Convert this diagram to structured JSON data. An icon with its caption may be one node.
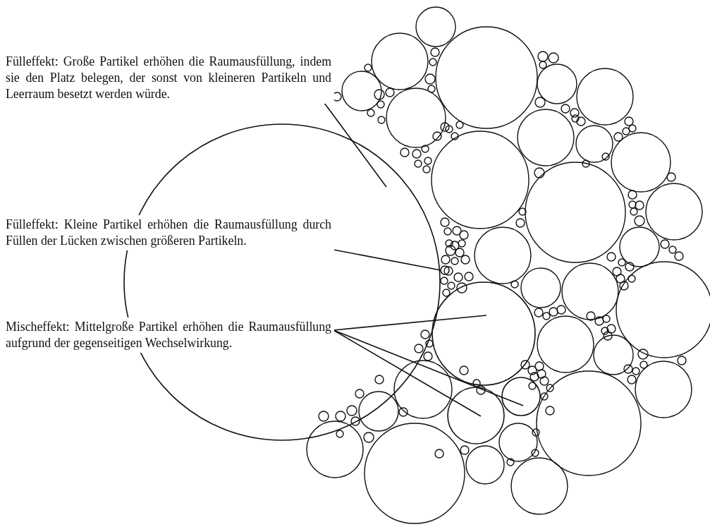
{
  "diagram": {
    "nodes": [
      {
        "text": [
          "Fülleffekt: Große Partikel erhöhen die Raumausfüllung, indem sie den Platz belegen, der sonst von kleineren Partikeln und Leerraum besetzt werden würde."
        ]
      },
      {
        "text": [],
        "shape": "circle"
      },
      {
        "text": [
          "Fülleffekt: Kleine Partikel erhöhen die Raumausfüllung durch Füllen der Lücken zwischen größeren Partikeln."
        ]
      },
      {
        "text": [],
        "shape": "circle"
      },
      {
        "text": [
          "Mischeffekt: Mittelgroße Partikel erhöhen die Raumausfüllung aufgrund der gegenseitigen Wechselwirkung."
        ]
      },
      {
        "text": [],
        "shape": "circle"
      },
      {
        "text": [],
        "shape": "circle"
      },
      {
        "text": [],
        "shape": "circle"
      }
    ],
    "edges": [
      {
        "from": 0,
        "to": 1,
        "arrow": "none"
      },
      {
        "from": 2,
        "to": 3,
        "arrow": "none"
      },
      {
        "from": 4,
        "to": 5,
        "arrow": "none"
      },
      {
        "from": 4,
        "to": 6,
        "arrow": "none"
      },
      {
        "from": 4,
        "to": 7,
        "arrow": "none"
      }
    ]
  }
}
